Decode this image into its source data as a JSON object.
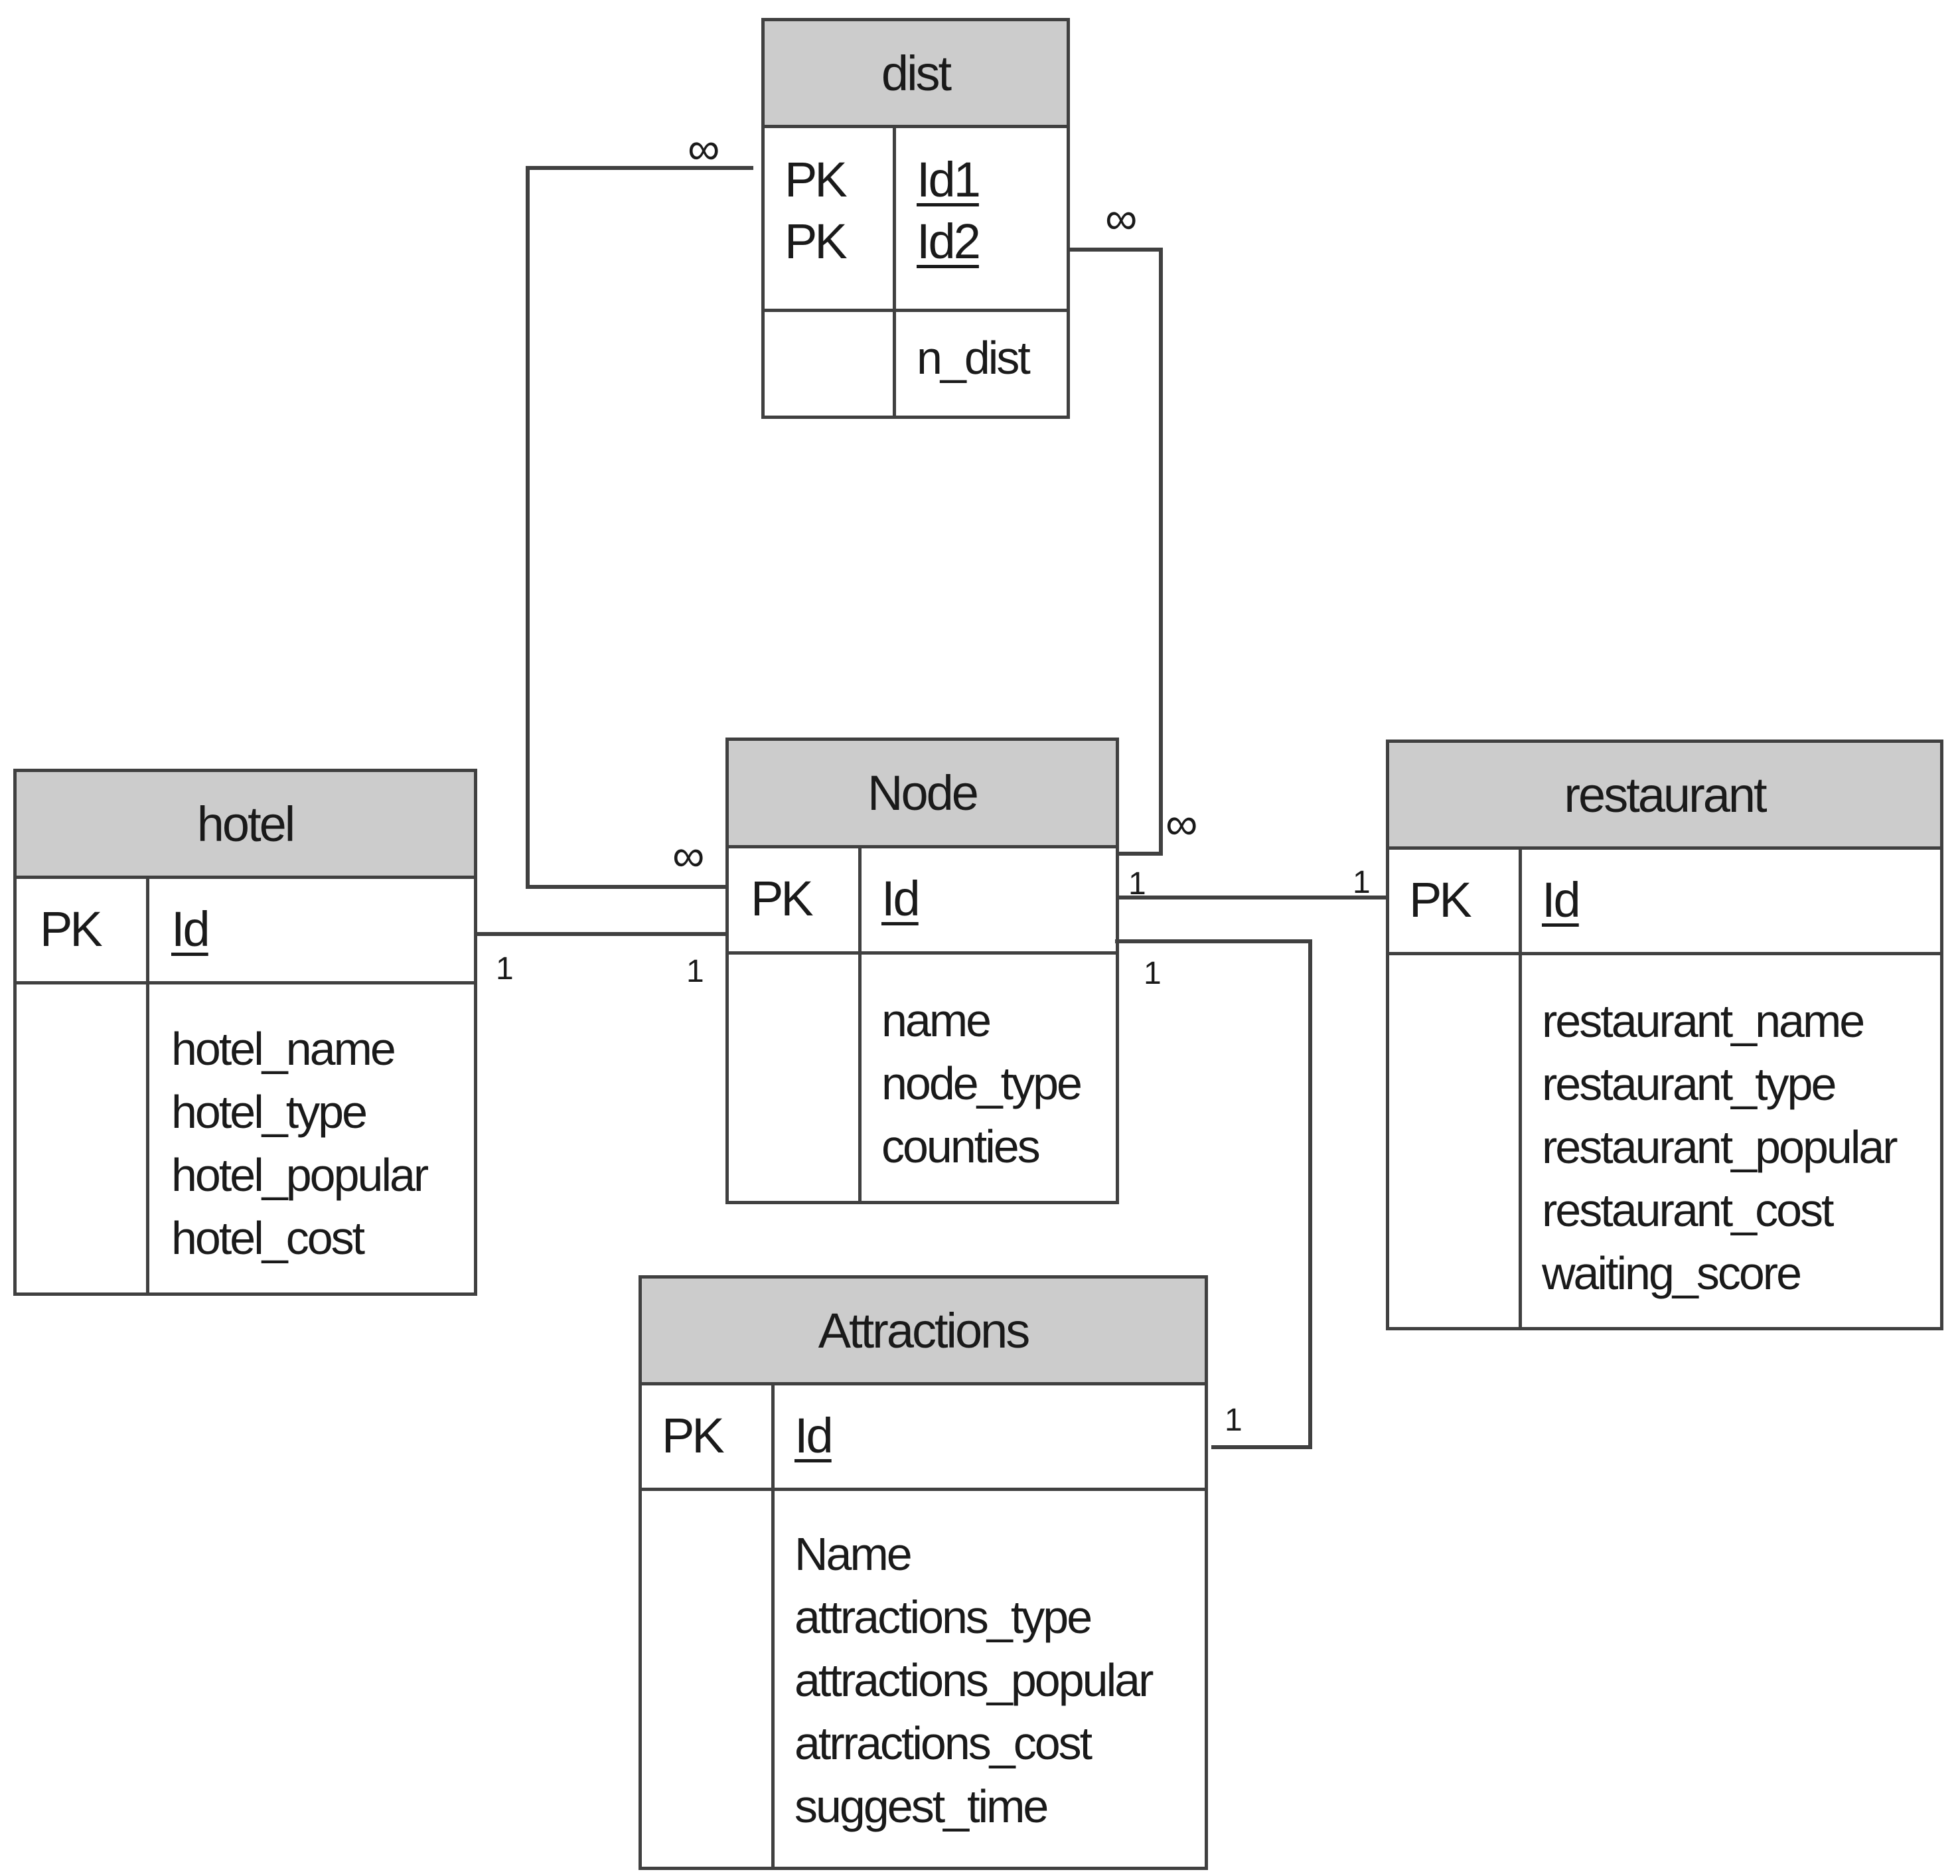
{
  "entities": {
    "dist": {
      "title": "dist",
      "pk_keys": [
        "PK",
        "PK"
      ],
      "pk_fields": [
        "Id1",
        "Id2"
      ],
      "attributes": [
        "n_dist"
      ]
    },
    "node": {
      "title": "Node",
      "pk_key": "PK",
      "pk_field": "Id",
      "attributes": [
        "name",
        "node_type",
        "counties"
      ]
    },
    "hotel": {
      "title": "hotel",
      "pk_key": "PK",
      "pk_field": "Id",
      "attributes": [
        "hotel_name",
        "hotel_type",
        "hotel_popular",
        "hotel_cost"
      ]
    },
    "restaurant": {
      "title": "restaurant",
      "pk_key": "PK",
      "pk_field": "Id",
      "attributes": [
        "restaurant_name",
        "restaurant_type",
        "restaurant_popular",
        "restaurant_cost",
        "waiting_score"
      ]
    },
    "attractions": {
      "title": "Attractions",
      "pk_key": "PK",
      "pk_field": "Id",
      "attributes": [
        "Name",
        "attractions_type",
        "attractions_popular",
        "atrractions_cost",
        "suggest_time"
      ]
    }
  },
  "relationships": {
    "dist_node_left": {
      "dist_end": "∞",
      "node_end": "∞"
    },
    "dist_node_right": {
      "dist_end": "∞",
      "node_end": "∞"
    },
    "hotel_node": {
      "hotel_end": "1",
      "node_end": "1"
    },
    "node_restaurant": {
      "node_end": "1",
      "restaurant_end": "1"
    },
    "node_attractions": {
      "node_end": "1",
      "attractions_end": "1"
    }
  }
}
